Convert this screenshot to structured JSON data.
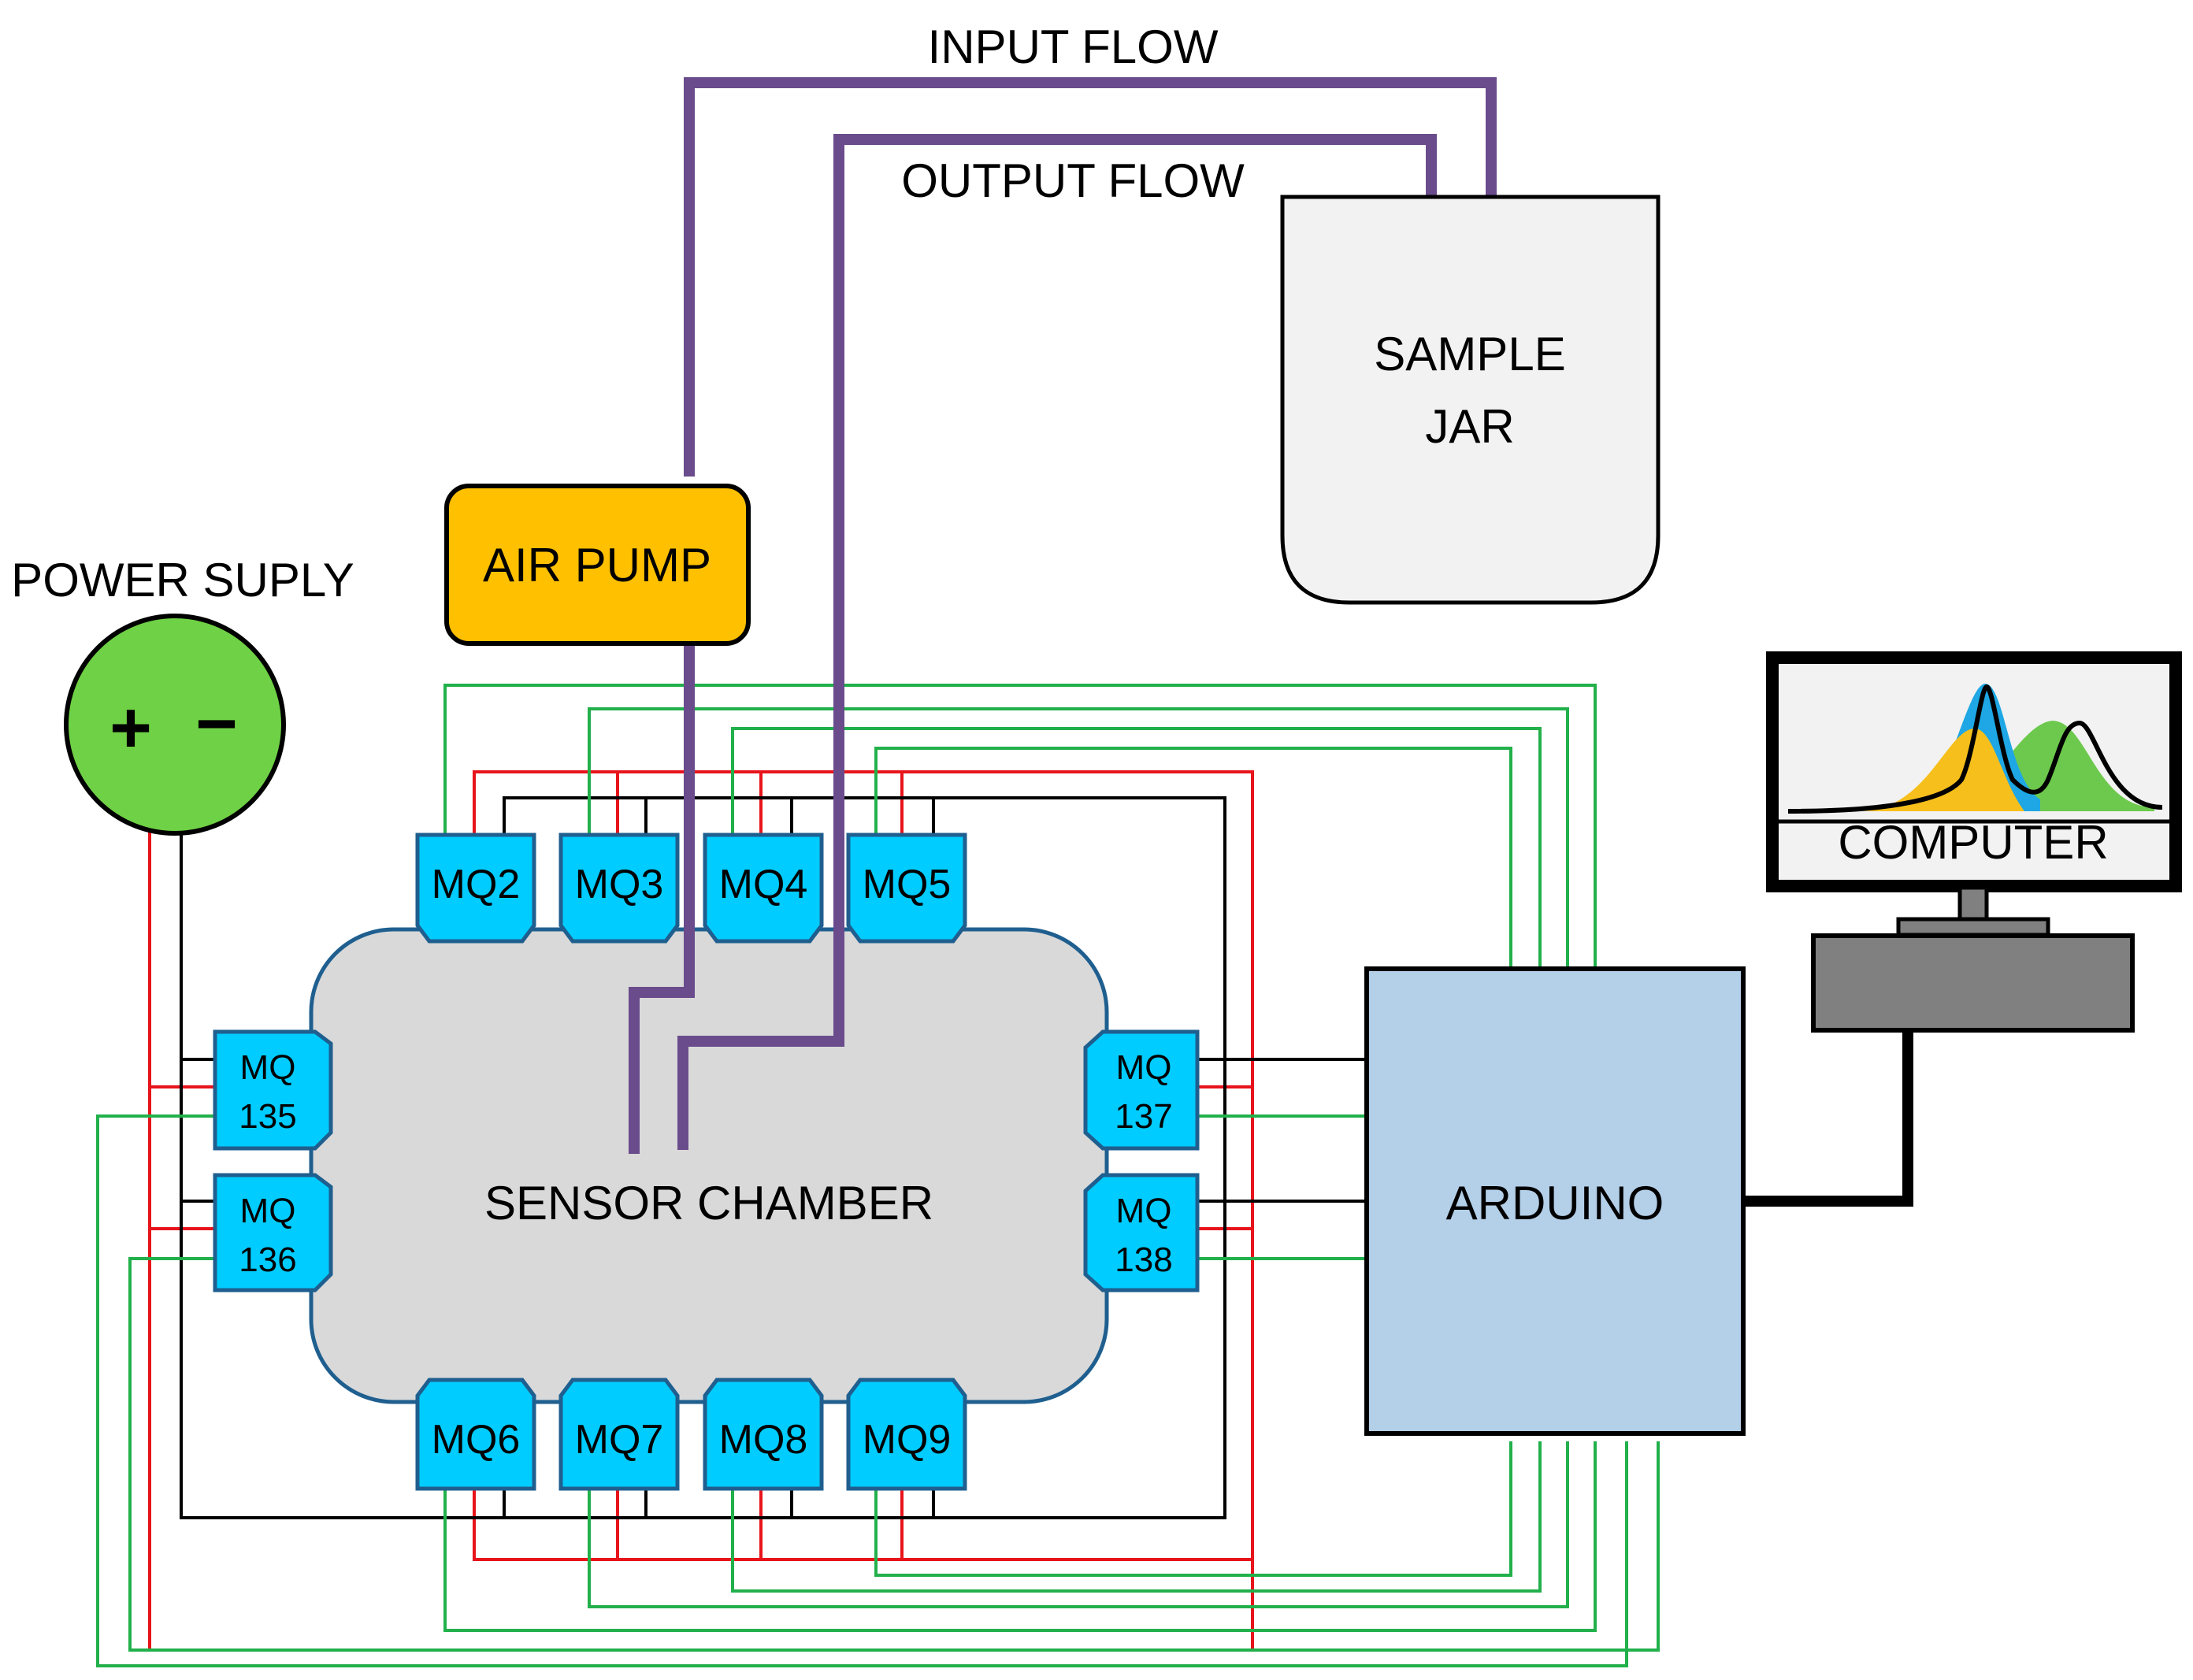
{
  "labels": {
    "input_flow": "INPUT FLOW",
    "output_flow": "OUTPUT FLOW",
    "sample_jar_line1": "SAMPLE",
    "sample_jar_line2": "JAR",
    "air_pump": "AIR PUMP",
    "power_supply": "POWER SUPLY",
    "plus": "+",
    "minus": "−",
    "sensor_chamber": "SENSOR CHAMBER",
    "arduino": "ARDUINO",
    "computer": "COMPUTER"
  },
  "sensors": {
    "top": [
      "MQ2",
      "MQ3",
      "MQ4",
      "MQ5"
    ],
    "bottom": [
      "MQ6",
      "MQ7",
      "MQ8",
      "MQ9"
    ],
    "left": [
      [
        "MQ",
        "135"
      ],
      [
        "MQ",
        "136"
      ]
    ],
    "right": [
      [
        "MQ",
        "137"
      ],
      [
        "MQ",
        "138"
      ]
    ]
  },
  "colors": {
    "tube": "#6a4c8c",
    "positive_wire": "#e8141b",
    "ground_wire": "#000000",
    "signal_wire": "#22b04b",
    "sensor_fill": "#00ccff",
    "sensor_stroke": "#1f5f8f",
    "chamber_fill": "#d9d9d9",
    "chamber_stroke": "#1f5f8f",
    "pump_fill": "#ffc000",
    "power_fill": "#6fd145",
    "arduino_fill": "#b4cfe8",
    "jar_fill": "#f2f2f2",
    "base_fill": "#808080",
    "peak_yellow": "#f7bf1c",
    "peak_blue": "#1ea7e4",
    "peak_green": "#6dc94d"
  }
}
